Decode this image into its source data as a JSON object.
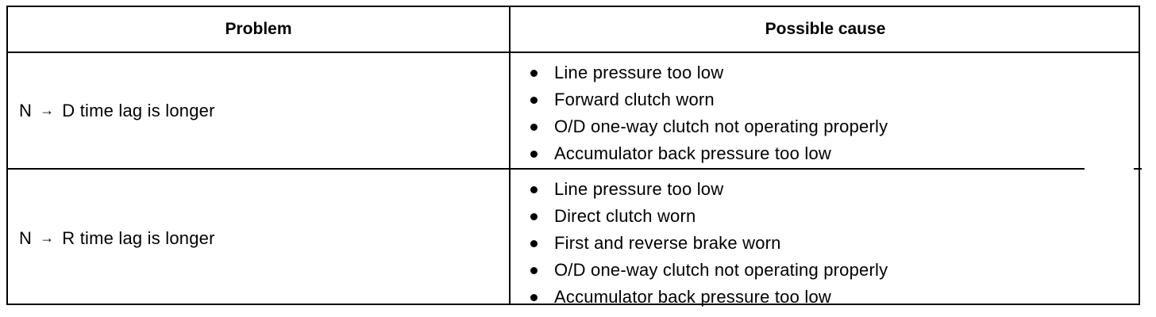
{
  "table": {
    "headers": {
      "problem": "Problem",
      "cause": "Possible cause"
    },
    "rows": [
      {
        "problem_from": "N",
        "problem_arrow": "→",
        "problem_rest": "D time lag is longer",
        "causes": [
          "Line pressure too low",
          "Forward clutch worn",
          "O/D one-way clutch not operating properly",
          "Accumulator back pressure too low"
        ]
      },
      {
        "problem_from": "N",
        "problem_arrow": "→",
        "problem_rest": "R time lag is longer",
        "causes": [
          "Line pressure too low",
          "Direct clutch worn",
          "First and reverse brake worn",
          "O/D one-way clutch not operating properly",
          "Accumulator back pressure too low"
        ]
      }
    ]
  }
}
